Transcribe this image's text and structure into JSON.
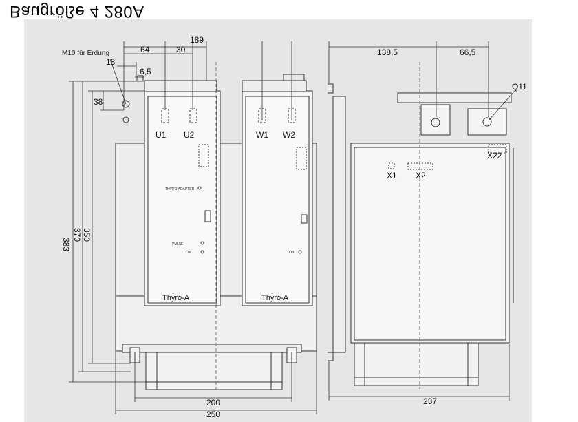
{
  "title": "Baugröße 4 280A",
  "module_labels": {
    "u1": "U1",
    "u2": "U2",
    "w1": "W1",
    "w2": "W2",
    "x1": "X1",
    "x2": "X2",
    "x22": "X22",
    "q11": "Q11",
    "thyro_left": "Thyro-A",
    "thyro_right": "Thyro-A"
  },
  "annotations": {
    "mounting_note": "M10 für Erdung",
    "small_label_1": "THYRO ADAPTER",
    "small_label_2": "PULSE",
    "small_label_3": "ON",
    "small_label_4": "ON"
  },
  "dimensions": {
    "d189": "189",
    "d64": "64",
    "d30": "30",
    "d18": "18",
    "d6_5": "6,5",
    "d38": "38",
    "d383": "383",
    "d370": "370",
    "d350": "350",
    "d200": "200",
    "d250": "250",
    "d138_5": "138,5",
    "d66_5": "66,5",
    "d237": "237"
  },
  "colors": {
    "background": "#ffffff",
    "drawing_bg": "#e6e6e6",
    "line": "#333333",
    "fill": "#eeeeee"
  }
}
